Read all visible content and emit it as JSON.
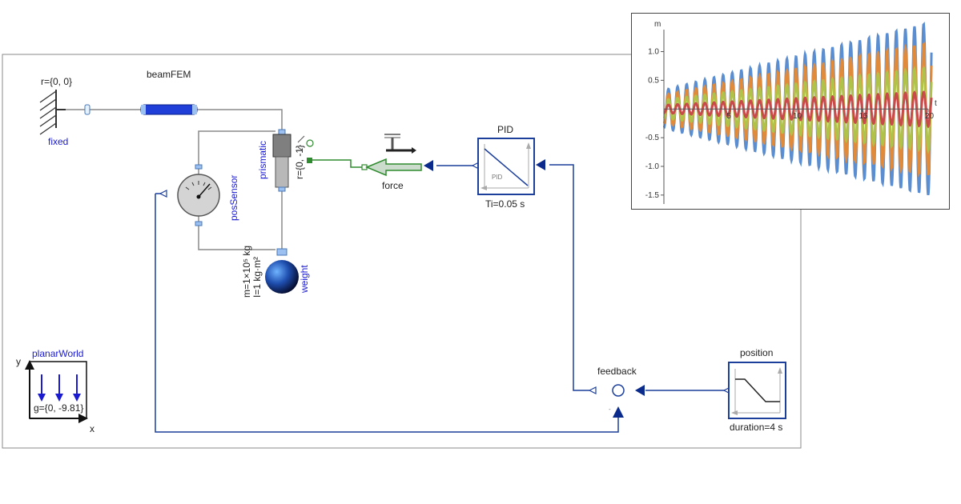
{
  "components": {
    "fixed": {
      "name": "fixed",
      "param": "r={0, 0}"
    },
    "beam": {
      "name": "beamFEM"
    },
    "prismatic": {
      "name": "prismatic",
      "param": "r={0, -1}"
    },
    "possensor": {
      "name": "posSensor"
    },
    "weight": {
      "name": "weight",
      "param1": "m=1×10⁵ kg",
      "param2": "I=1 kg·m²"
    },
    "force": {
      "name": "force"
    },
    "pid": {
      "name": "PID",
      "param": "Ti=0.05 s",
      "inner": "PID"
    },
    "feedback": {
      "name": "feedback",
      "minus": "-"
    },
    "position": {
      "name": "position",
      "param": "duration=4 s"
    },
    "world": {
      "name": "planarWorld",
      "param": "g={0, -9.81}",
      "axis_x": "x",
      "axis_y": "y"
    }
  },
  "colors": {
    "signal": "#1c3f9c",
    "connector_blue": "#0a2a8c",
    "mechanical": "#8a8a8a",
    "force_line": "#2e8b2e",
    "label_blue": "#1a1ad0",
    "beam": "#1f3fd8"
  },
  "chart_data": {
    "type": "line",
    "ylabel": "m",
    "xlabel": "t",
    "xlim": [
      0,
      20
    ],
    "ylim": [
      -1.6,
      1.3
    ],
    "xticks": [
      5,
      10,
      15,
      20
    ],
    "yticks": [
      -1.5,
      -1.0,
      -0.5,
      0.5,
      1.0
    ],
    "series_colors": [
      "#5b8ed0",
      "#e08a3c",
      "#b0c24a",
      "#c94a4a"
    ],
    "series_amplitude_start": [
      0.33,
      0.25,
      0.16,
      0.07
    ],
    "series_amplitude_end": [
      1.5,
      1.15,
      0.72,
      0.3
    ],
    "oscillation_frequency_hz": 1.45
  }
}
